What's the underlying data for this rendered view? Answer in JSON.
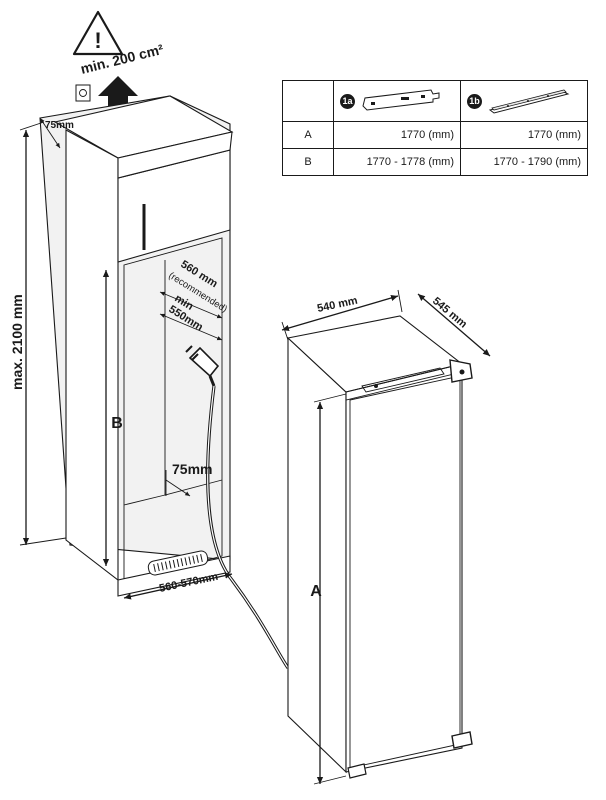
{
  "warning": {
    "ventilation_text": "min. 200 cm²",
    "warning_symbol": "!"
  },
  "dimensions": {
    "top_gap": "75mm",
    "max_height": "max. 2100 mm",
    "niche_depth_recommended": "560 mm",
    "niche_depth_recommended_note": "(recommended)",
    "niche_depth_min_label": "min",
    "niche_depth_min": "550mm",
    "bottom_gap": "75mm",
    "niche_width": "560-570mm",
    "niche_height_letter": "B",
    "appliance_width": "540 mm",
    "appliance_depth": "545 mm",
    "appliance_height_letter": "A"
  },
  "table": {
    "columns": [
      {
        "badge": "1a",
        "icon": "bracket-1a-icon"
      },
      {
        "badge": "1b",
        "icon": "rail-1b-icon"
      }
    ],
    "rows": [
      {
        "label": "A",
        "values": [
          "1770 (mm)",
          "1770 (mm)"
        ]
      },
      {
        "label": "B",
        "values": [
          "1770 - 1778  (mm)",
          "1770 - 1790 (mm)"
        ]
      }
    ]
  }
}
